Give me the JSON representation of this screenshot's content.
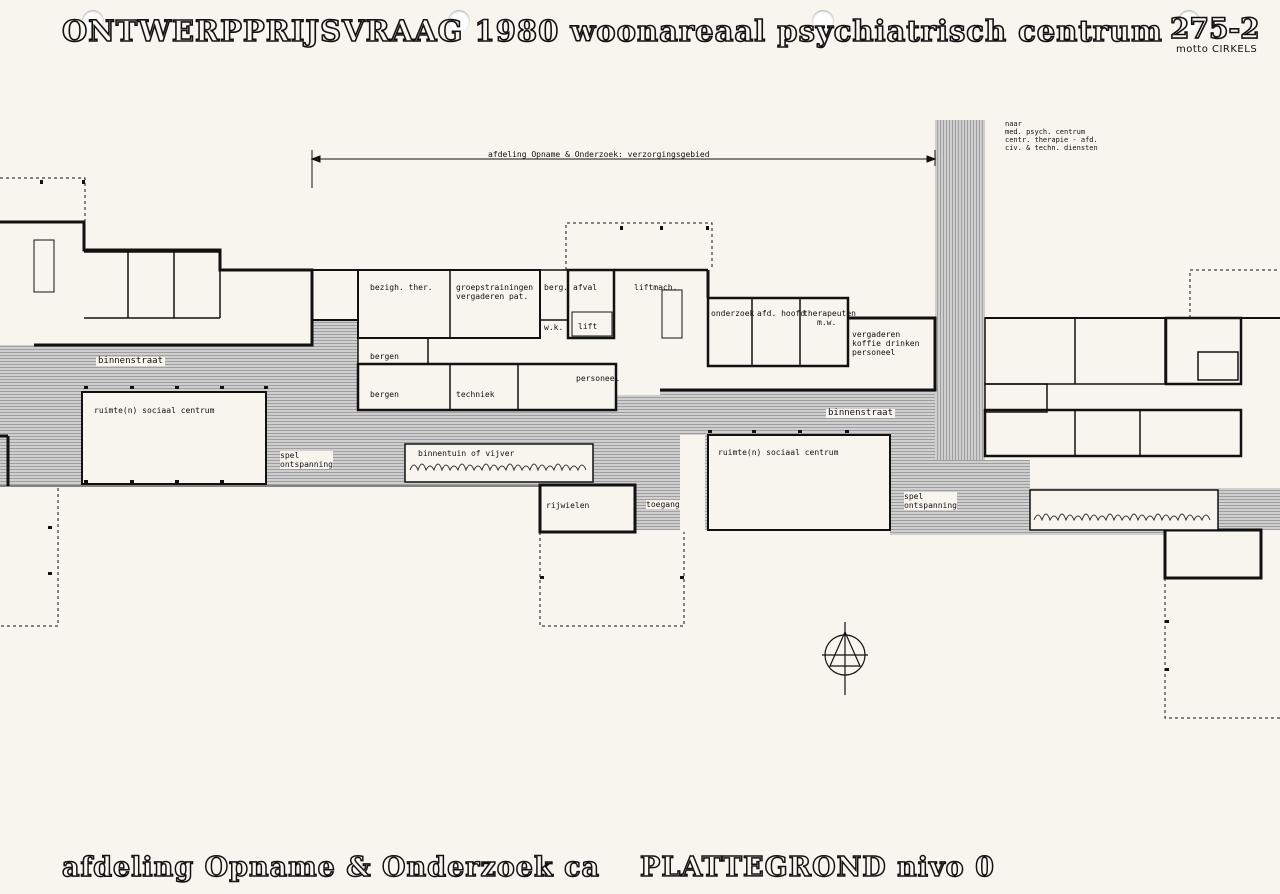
{
  "header": {
    "title": "ONTWERPPRIJSVRAAG 1980 woonareaal psychiatrisch centrum",
    "sheet_number": "275-2",
    "motto": "motto  CIRKELS"
  },
  "footer": {
    "left": "afdeling Opname & Onderzoek ca",
    "right": "PLATTEGROND nivo 0"
  },
  "dimension_label": "afdeling  Opname & Onderzoek:  verzorgingsgebied",
  "note_naar": [
    "naar",
    "med. psych. centrum",
    "centr. therapie - afd.",
    "civ. & techn. diensten"
  ],
  "rooms": {
    "bezigh_ther": "bezigh. ther.",
    "groepstrainingen": [
      "groepstrainingen",
      "vergaderen pat."
    ],
    "berg": "berg.",
    "afval": "afval",
    "liftmach": "liftmach.",
    "wk": "w.k.",
    "lift": "lift",
    "bergen_1": "bergen",
    "bergen_2": "bergen",
    "techniek": "techniek",
    "personeel_wc": "personeel",
    "onderzoek": "onderzoek",
    "afd_hoofd": "afd. hoofd",
    "therapeuten": [
      "therapeuten",
      "m.w."
    ],
    "vergaderen": [
      "vergaderen",
      "koffie drinken",
      "personeel"
    ],
    "binnenstraat_1": "binnenstraat",
    "binnenstraat_2": "binnenstraat",
    "sociaal_1": "ruimte(n)  sociaal  centrum",
    "sociaal_2": "ruimte(n)  sociaal  centrum",
    "spel_1": [
      "spel",
      "ontspanning"
    ],
    "spel_2": [
      "spel",
      "ontspanning"
    ],
    "binnentuin": "binnentuin of vijver",
    "rijwielen": "rijwielen",
    "toegang": "toegang"
  }
}
